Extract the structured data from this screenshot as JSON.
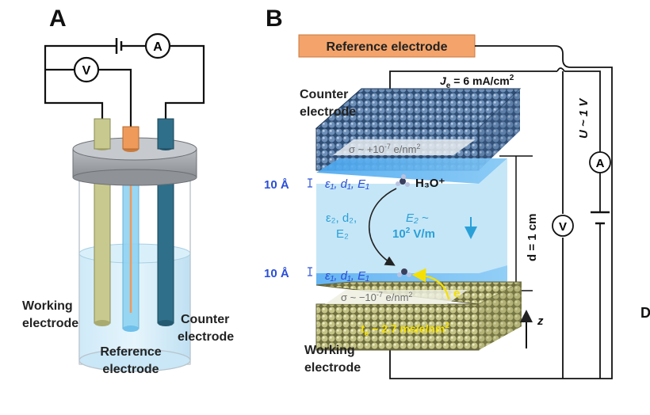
{
  "panel_a": {
    "letter": "A",
    "ammeter": "A",
    "voltmeter": "V",
    "working_l1": "Working",
    "working_l2": "electrode",
    "counter_l1": "Counter",
    "counter_l2": "electrode",
    "reference_l1": "Reference",
    "reference_l2": "electrode"
  },
  "panel_b": {
    "letter": "B",
    "reference_box": "Reference electrode",
    "counter_l1": "Counter",
    "counter_l2": "electrode",
    "working_l1": "Working",
    "working_l2": "electrode",
    "je_main": "J",
    "je_sub": "e",
    "je_rest": " = 6 mA/cm",
    "je_sup": "2",
    "sigma_top": "σ ~ +10",
    "sigma_top_sup": "-7",
    "sigma_top_rest": " e/nm",
    "sigma_top_sup2": "2",
    "sigma_bot": "σ ~ −10",
    "sigma_bot_sup": "-7",
    "sigma_bot_rest": " e/nm",
    "sigma_bot_sup2": "2",
    "ten_a_top": "10 Å",
    "ten_a_bot": "10 Å",
    "layer1_top": "ε₁, d₁, E₁",
    "layer1_bot": "ε₁, d₁, E₁",
    "bulk_l1": "ε₂, d₂,",
    "bulk_l2": "E₂",
    "e2_l1": "E₂ ~",
    "e2_l2": "10",
    "e2_sup": "2",
    "e2_unit": " V/m",
    "h3o": "H₃O⁺",
    "electron": "e",
    "te_main": "t",
    "te_sub": "e",
    "te_rest": " ~ 2.7 ms/e/nm",
    "te_sup": "2",
    "distance": "d = 1 cm",
    "voltage": "U ~ 1 V",
    "ammeter": "A",
    "voltmeter": "V",
    "z_axis": "z"
  },
  "panel_d_fragment": "D",
  "colors": {
    "working_rod": "#c8c98e",
    "reference_rod": "#ef9a5b",
    "counter_rod": "#2f6f8a",
    "electrolyte": "#bfe3f6",
    "ref_box": "#f4a46a",
    "counter_atoms": "#4a6f98",
    "working_atoms": "#b9b97a",
    "label_blue": "#2b4fd8",
    "cyan_text": "#2aa0d8",
    "yellow": "#f5e000"
  }
}
